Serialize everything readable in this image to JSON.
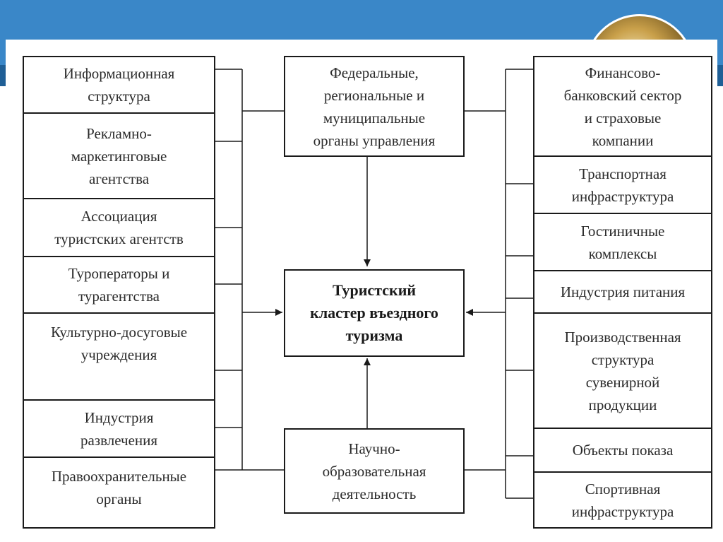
{
  "left_boxes": [
    "Информационная\nструктура",
    "Рекламно-\nмаркетинговые\nагентства",
    "Ассоциация\nтуристских агентств",
    "Туроператоры и\nтурагентства",
    "Культурно-досуговые\nучреждения",
    "Индустрия\nразвлечения",
    "Правоохранительные\nорганы"
  ],
  "right_boxes": [
    "Финансово-\nбанковский сектор\nи страховые\nкомпании",
    "Транспортная\nинфраструктура",
    "Гостиничные\nкомплексы",
    "Индустрия питания",
    "Производственная\nструктура\nсувенирной\nпродукции",
    "Объекты показа",
    "Спортивная\nинфраструктура"
  ],
  "top_center": "Федеральные,\nрегиональные и\nмуниципальные\nорганы управления",
  "center": "Туристский\nкластер въездного\nтуризма",
  "bottom_center": "Научно-\nобразовательная\nдеятельность",
  "colors": {
    "header": "#3a87c8",
    "header_band": "#1f5f96",
    "border": "#1a1a1a",
    "text": "#2b2b2b"
  }
}
